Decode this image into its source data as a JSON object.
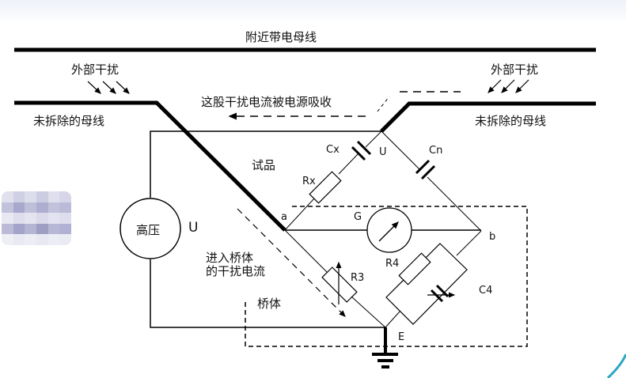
{
  "diagram": {
    "type": "Schering bridge interference diagram",
    "labels": {
      "nearby_live_bus": "附近带电母线",
      "external_interference_left": "外部干扰",
      "external_interference_right": "外部干扰",
      "unremoved_bus_left": "未拆除的母线",
      "unremoved_bus_right": "未拆除的母线",
      "absorbed_current_note": "这股干扰电流被电源吸收",
      "test_sample": "试品",
      "high_voltage_source": "高压",
      "voltage_symbol_source": "U",
      "voltage_symbol_node": "U",
      "interference_into_bridge_line1": "进入桥体",
      "interference_into_bridge_line2": "的干扰电流",
      "bridge_body": "桥体",
      "node_a": "a",
      "node_b": "b",
      "node_e": "E",
      "galvanometer": "G",
      "cx": "Cx",
      "rx": "Rx",
      "cn": "Cn",
      "r3": "R3",
      "r4": "R4",
      "c4": "C4"
    },
    "colors": {
      "line": "#000000",
      "accent_arc": "#2aa7c4"
    }
  }
}
